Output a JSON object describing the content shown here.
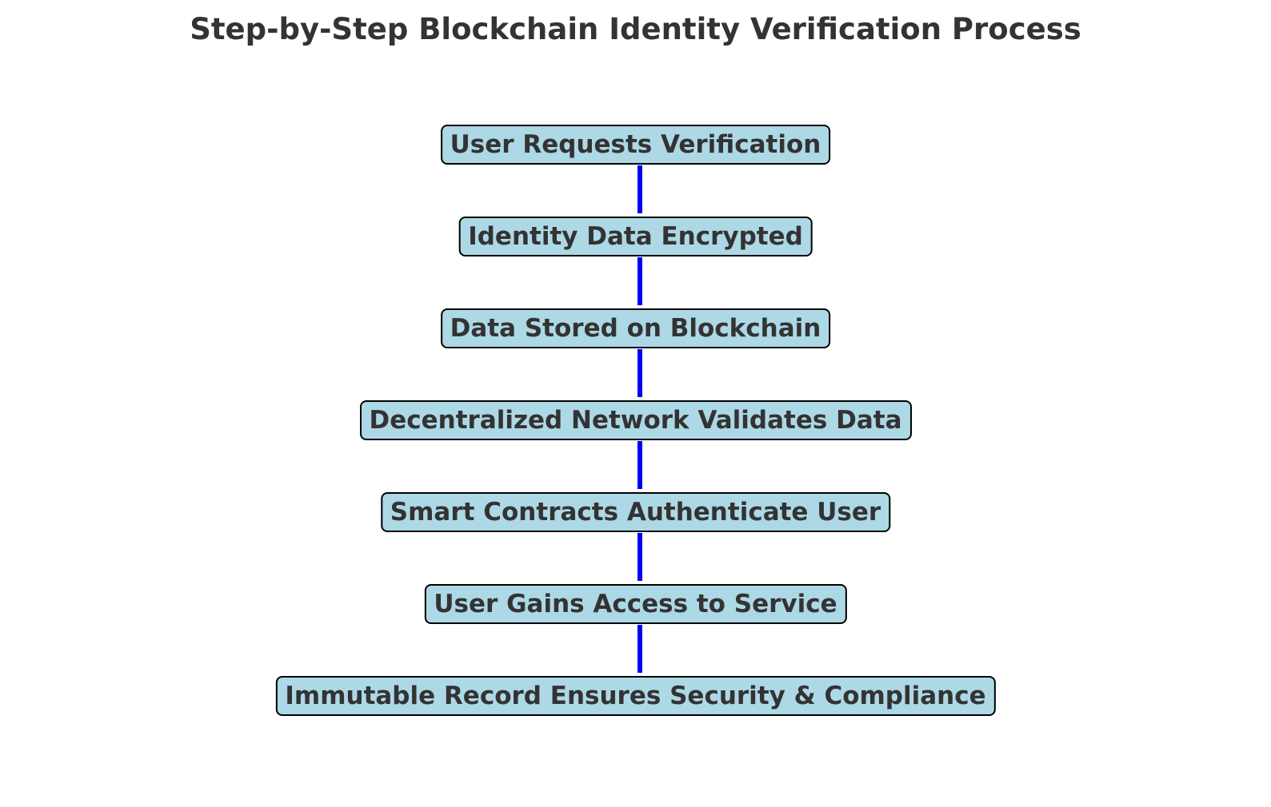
{
  "title": "Step-by-Step Blockchain Identity Verification Process",
  "colors": {
    "box_fill": "#add8e6",
    "box_border": "#000000",
    "connector": "#0000ee",
    "text": "#333333"
  },
  "steps": [
    {
      "label": "User Requests Verification"
    },
    {
      "label": "Identity Data Encrypted"
    },
    {
      "label": "Data Stored on Blockchain"
    },
    {
      "label": "Decentralized Network Validates Data"
    },
    {
      "label": "Smart Contracts Authenticate User"
    },
    {
      "label": "User Gains Access to Service"
    },
    {
      "label": "Immutable Record Ensures Security & Compliance"
    }
  ]
}
